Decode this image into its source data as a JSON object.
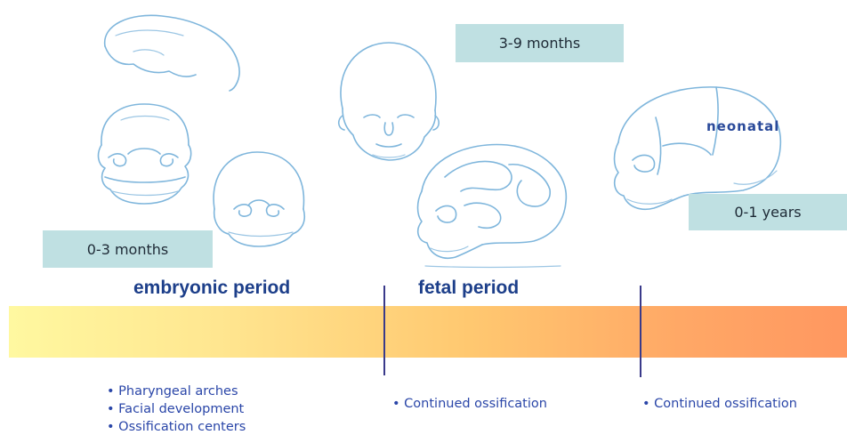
{
  "labels": {
    "early": "0-3 months",
    "middle": "3-9 months",
    "late": "0-1 years"
  },
  "periods": {
    "embryonic": "embryonic period",
    "fetal": "fetal period",
    "neonatal": "neonatal"
  },
  "notes": {
    "embryonic": [
      "Pharyngeal arches",
      "Facial development",
      "Ossification centers"
    ],
    "fetal": [
      "Continued ossification"
    ],
    "neonatal": [
      "Continued ossification"
    ]
  },
  "colors": {
    "label_box": "#bfe0e2",
    "period_text": "#1d3f8a",
    "bullet_text": "#2a46a8",
    "sketch": "#7fb6dc",
    "bar_start": "#fff8a0",
    "bar_end": "#ff9760",
    "divider": "#3a3a8a"
  }
}
